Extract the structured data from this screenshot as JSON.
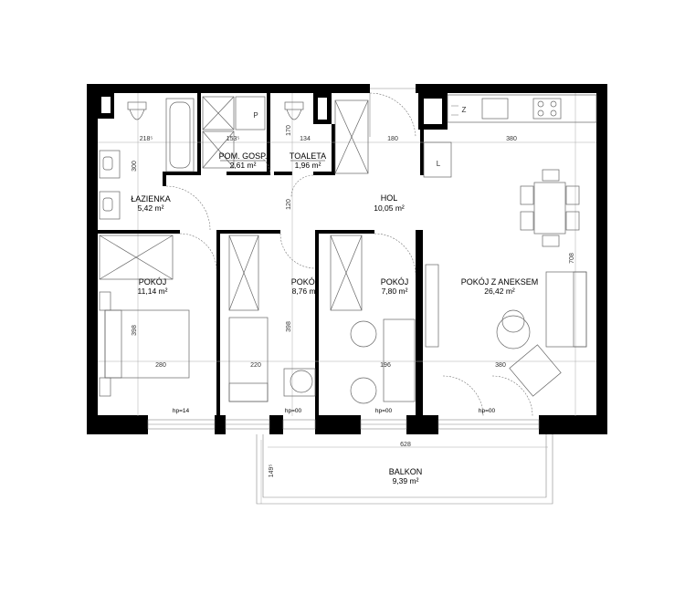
{
  "rooms": {
    "lazienka": {
      "name": "ŁAZIENKA",
      "area": "5,42 m²"
    },
    "pom_gosp": {
      "name": "POM. GOSP.",
      "area": "2,61 m²"
    },
    "toaleta": {
      "name": "TOALETA",
      "area": "1,96 m²"
    },
    "hol": {
      "name": "HOL",
      "area": "10,05 m²"
    },
    "pokoj1": {
      "name": "POKÓJ",
      "area": "11,14 m²"
    },
    "pokoj2": {
      "name": "POKÓJ",
      "area": "8,76 m²"
    },
    "pokoj3": {
      "name": "POKÓJ",
      "area": "7,80 m²"
    },
    "pokoj_aneks": {
      "name": "POKÓJ Z ANEKSEM",
      "area": "26,42 m²"
    },
    "balkon": {
      "name": "BALKON",
      "area": "9,39 m²"
    }
  },
  "dimensions": {
    "d218": "218⁵",
    "d153": "153⁵",
    "d134": "134",
    "d180": "180",
    "d380top": "380",
    "d300": "300",
    "d170": "170",
    "d120": "120",
    "d708": "708",
    "d398a": "398",
    "d398b": "398",
    "d280": "280",
    "d220": "220",
    "d196": "196",
    "d380bottom": "380",
    "d628": "628",
    "d149": "149⁵"
  },
  "window_heights": {
    "w1": "hp=14",
    "w2": "hp=00",
    "w3": "hp=00",
    "w4": "hp=00"
  },
  "fixtures": {
    "laundry_mark": "P",
    "vent_mark": "Z",
    "fridge_mark": "L"
  }
}
